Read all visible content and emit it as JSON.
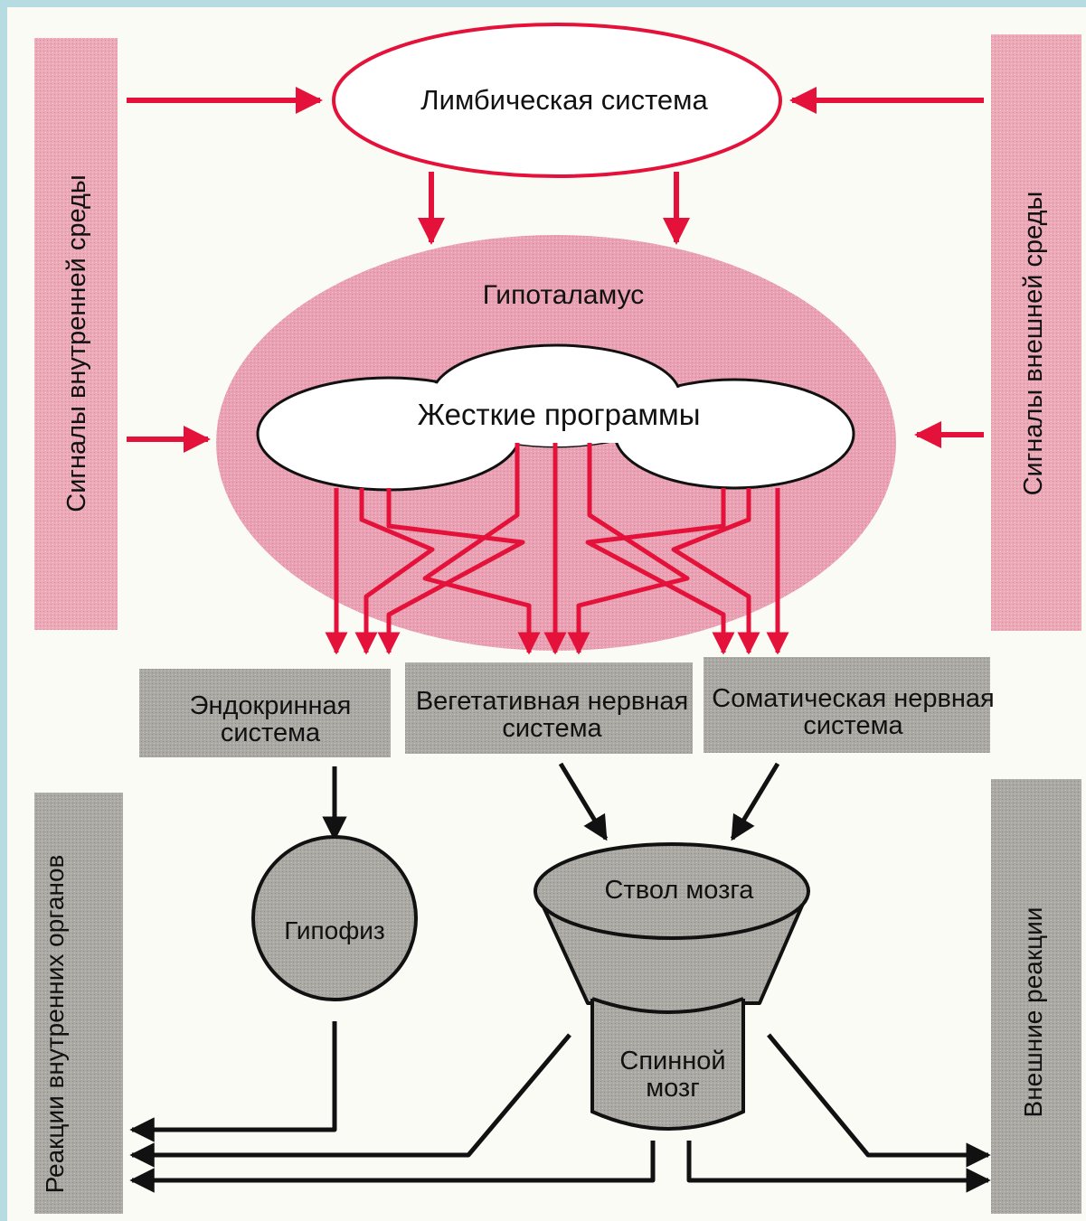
{
  "diagram": {
    "left_panel_top": "Сигналы внутренней среды",
    "right_panel_top": "Сигналы внешней среды",
    "limbic": "Лимбическая система",
    "hypothalamus": "Гипоталамус",
    "programs": "Жесткие программы",
    "endocrine": "Эндокринная система",
    "vegetative": "Вегетативная нервная система",
    "somatic": "Соматическая нервная система",
    "pituitary": "Гипофиз",
    "brainstem": "Ствол мозга",
    "spinal": "Спинной мозг",
    "left_panel_bottom": "Реакции внутренних органов",
    "right_panel_bottom": "Внешние реакции"
  },
  "colors": {
    "pink_panel": "#ecaab8",
    "hypothalamus_fill": "#eaa0b3",
    "red_arrow": "#e4123a",
    "gray_box": "#a9a9a4",
    "black_line": "#111111"
  }
}
